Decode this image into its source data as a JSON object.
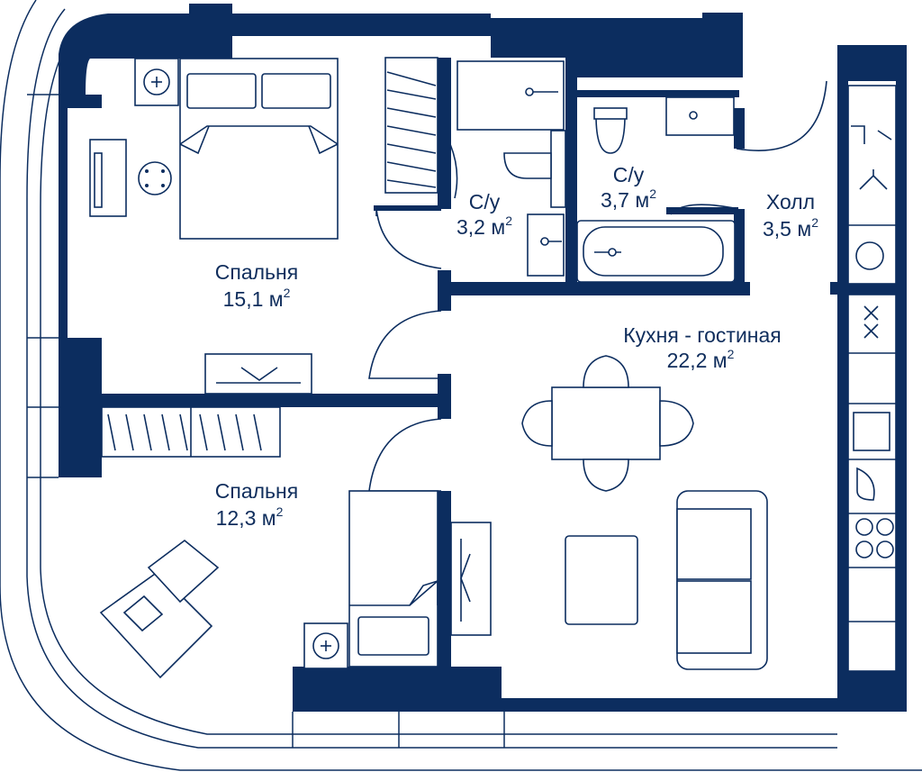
{
  "colors": {
    "wall": "#0c2d5f",
    "text": "#0f2d5c",
    "background": "#ffffff"
  },
  "rooms": [
    {
      "name": "Спальня",
      "area": "15,1",
      "unit": "м",
      "exp": "2"
    },
    {
      "name": "Спальня",
      "area": "12,3",
      "unit": "м",
      "exp": "2"
    },
    {
      "name": "С/у",
      "area": "3,2",
      "unit": "м",
      "exp": "2"
    },
    {
      "name": "С/у",
      "area": "3,7",
      "unit": "м",
      "exp": "2"
    },
    {
      "name": "Холл",
      "area": "3,5",
      "unit": "м",
      "exp": "2"
    },
    {
      "name": "Кухня - гостиная",
      "area": "22,2",
      "unit": "м",
      "exp": "2"
    }
  ]
}
